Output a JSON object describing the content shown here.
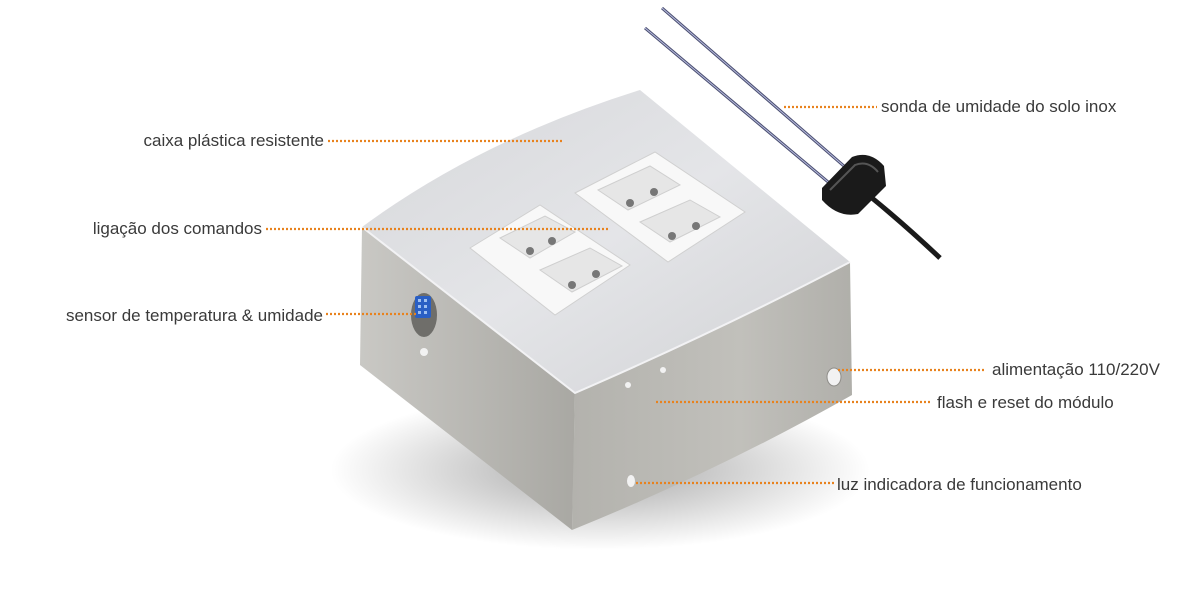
{
  "colors": {
    "leader": "#e8821e",
    "text": "#3a3a3a",
    "box_top": "#dcdde0",
    "box_side": "#b8b7b2",
    "outlet": "#ffffff",
    "probe_body": "#1a1a1a"
  },
  "labels": {
    "enclosure": "caixa plástica resistente",
    "outlets": "ligação dos comandos",
    "sensor": "sensor de temperatura & umidade",
    "probe": "sonda de umidade do solo inox",
    "power": "alimentação 110/220V",
    "flash_reset": "flash e reset do módulo",
    "status_led": "luz indicadora de funcionamento"
  }
}
